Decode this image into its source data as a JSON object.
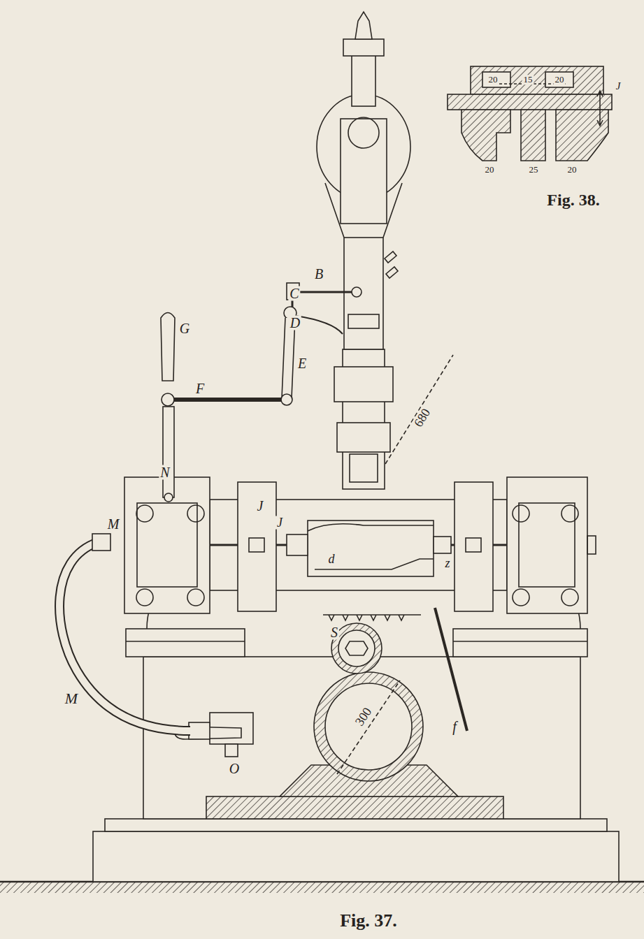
{
  "diagram": {
    "caption": "Fig. 37.",
    "labels": [
      "B",
      "C",
      "D",
      "E",
      "G",
      "F",
      "N",
      "M",
      "J",
      "J",
      "d",
      "z",
      "680",
      "S",
      "f",
      "M",
      "O",
      "300",
      "20",
      "15",
      "20",
      "J",
      "20",
      "25",
      "20",
      "Fig. 38."
    ]
  }
}
